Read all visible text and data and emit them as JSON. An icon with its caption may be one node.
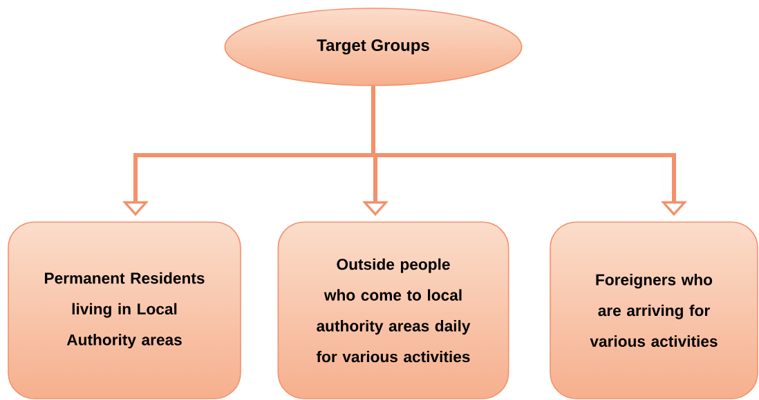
{
  "diagram": {
    "nodes": [
      {
        "text": [
          "Target Groups"
        ]
      },
      {
        "text": [
          "Permanent Residents living in Local Authority areas"
        ]
      },
      {
        "text": [
          "Outside people who come to local authority areas daily for various activities"
        ]
      },
      {
        "text": [
          "Foreigners who are arriving for various activities"
        ]
      }
    ],
    "edges": [
      {
        "from": 0,
        "to": 1,
        "arrow": "to"
      },
      {
        "from": 0,
        "to": 2,
        "arrow": "to"
      },
      {
        "from": 0,
        "to": 3,
        "arrow": "to"
      }
    ]
  }
}
